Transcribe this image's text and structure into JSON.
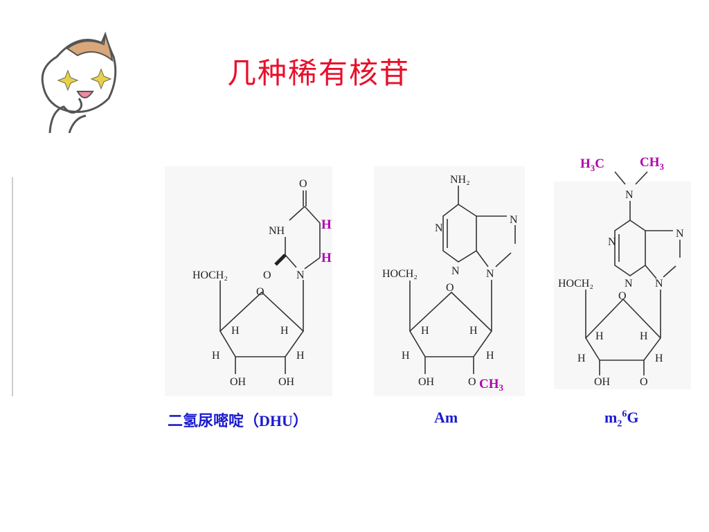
{
  "slide": {
    "title": "几种稀有核苷"
  },
  "structures": [
    {
      "id": "dhu",
      "caption": "二氢尿嘧啶（DHU）",
      "highlight_atoms": [
        "H",
        "H"
      ],
      "atoms": {
        "o_top": "O",
        "nh": "NH",
        "o_left": "O",
        "n": "N",
        "hoch2": "HOCH₂",
        "o_ring": "O",
        "h1": "H",
        "h2": "H",
        "h3": "H",
        "h4": "H",
        "oh1": "OH",
        "oh2": "OH"
      }
    },
    {
      "id": "am",
      "caption": "Am",
      "highlight_group": "CH",
      "highlight_group_sub": "3",
      "atoms": {
        "nh2": "NH₂",
        "n1": "N",
        "n3": "N",
        "n7": "N",
        "n9": "N",
        "hoch2": "HOCH₂",
        "o_ring": "O",
        "h1": "H",
        "h2": "H",
        "h3": "H",
        "h4": "H",
        "oh": "OH",
        "o": "O"
      }
    },
    {
      "id": "m26g",
      "caption_main": "m",
      "caption_sub": "2",
      "caption_sup": "6",
      "caption_tail": "G",
      "methyl_left": "H",
      "methyl_left_sub": "3",
      "methyl_left_tail": "C",
      "methyl_right": "CH",
      "methyl_right_sub": "3",
      "atoms": {
        "n_amine": "N",
        "n1": "N",
        "n3": "N",
        "n7": "N",
        "n9": "N",
        "hoch2": "HOCH₂",
        "o_ring": "O",
        "h1": "H",
        "h2": "H",
        "h3": "H",
        "h4": "H",
        "oh": "OH",
        "o": "O"
      }
    }
  ],
  "colors": {
    "title": "#e8102b",
    "caption": "#1a1ad0",
    "highlight": "#b000b0"
  },
  "icons": {
    "mascot": "cartoon-mascot-icon"
  }
}
